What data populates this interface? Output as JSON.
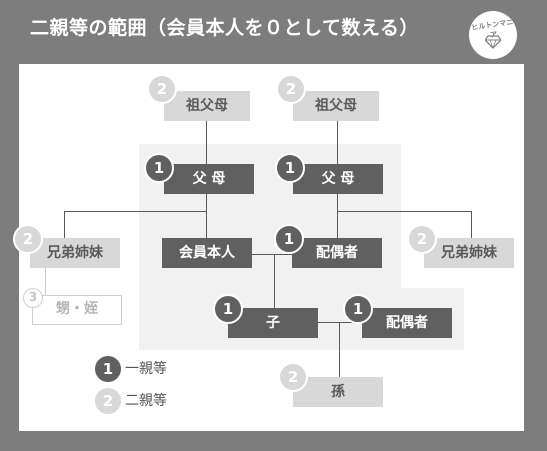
{
  "title": "二親等の範囲（会員本人を０として数える）",
  "logo": {
    "text": "ヒルトンマニア",
    "icon": "diamond-icon"
  },
  "colors": {
    "first_degree": "#606060",
    "second_degree": "#d8d8d8",
    "third_degree": "#cfcfcf",
    "background": "#7d7d7d"
  },
  "nodes": {
    "grandparents_left": {
      "label": "祖父母",
      "degree": "2"
    },
    "grandparents_right": {
      "label": "祖父母",
      "degree": "2"
    },
    "parents_left": {
      "label": "父 母",
      "degree": "1"
    },
    "parents_right": {
      "label": "父 母",
      "degree": "1"
    },
    "siblings_left": {
      "label": "兄弟姉妹",
      "degree": "2"
    },
    "siblings_right": {
      "label": "兄弟姉妹",
      "degree": "2"
    },
    "self": {
      "label": "会員本人"
    },
    "spouse": {
      "label": "配偶者",
      "degree": "1"
    },
    "nephew_niece": {
      "label": "甥・姪",
      "degree": "3"
    },
    "child": {
      "label": "子",
      "degree": "1"
    },
    "child_spouse": {
      "label": "配偶者",
      "degree": "1"
    },
    "grandchild": {
      "label": "孫",
      "degree": "2"
    }
  },
  "legend": [
    {
      "degree": "1",
      "label": "一親等"
    },
    {
      "degree": "2",
      "label": "二親等"
    }
  ]
}
